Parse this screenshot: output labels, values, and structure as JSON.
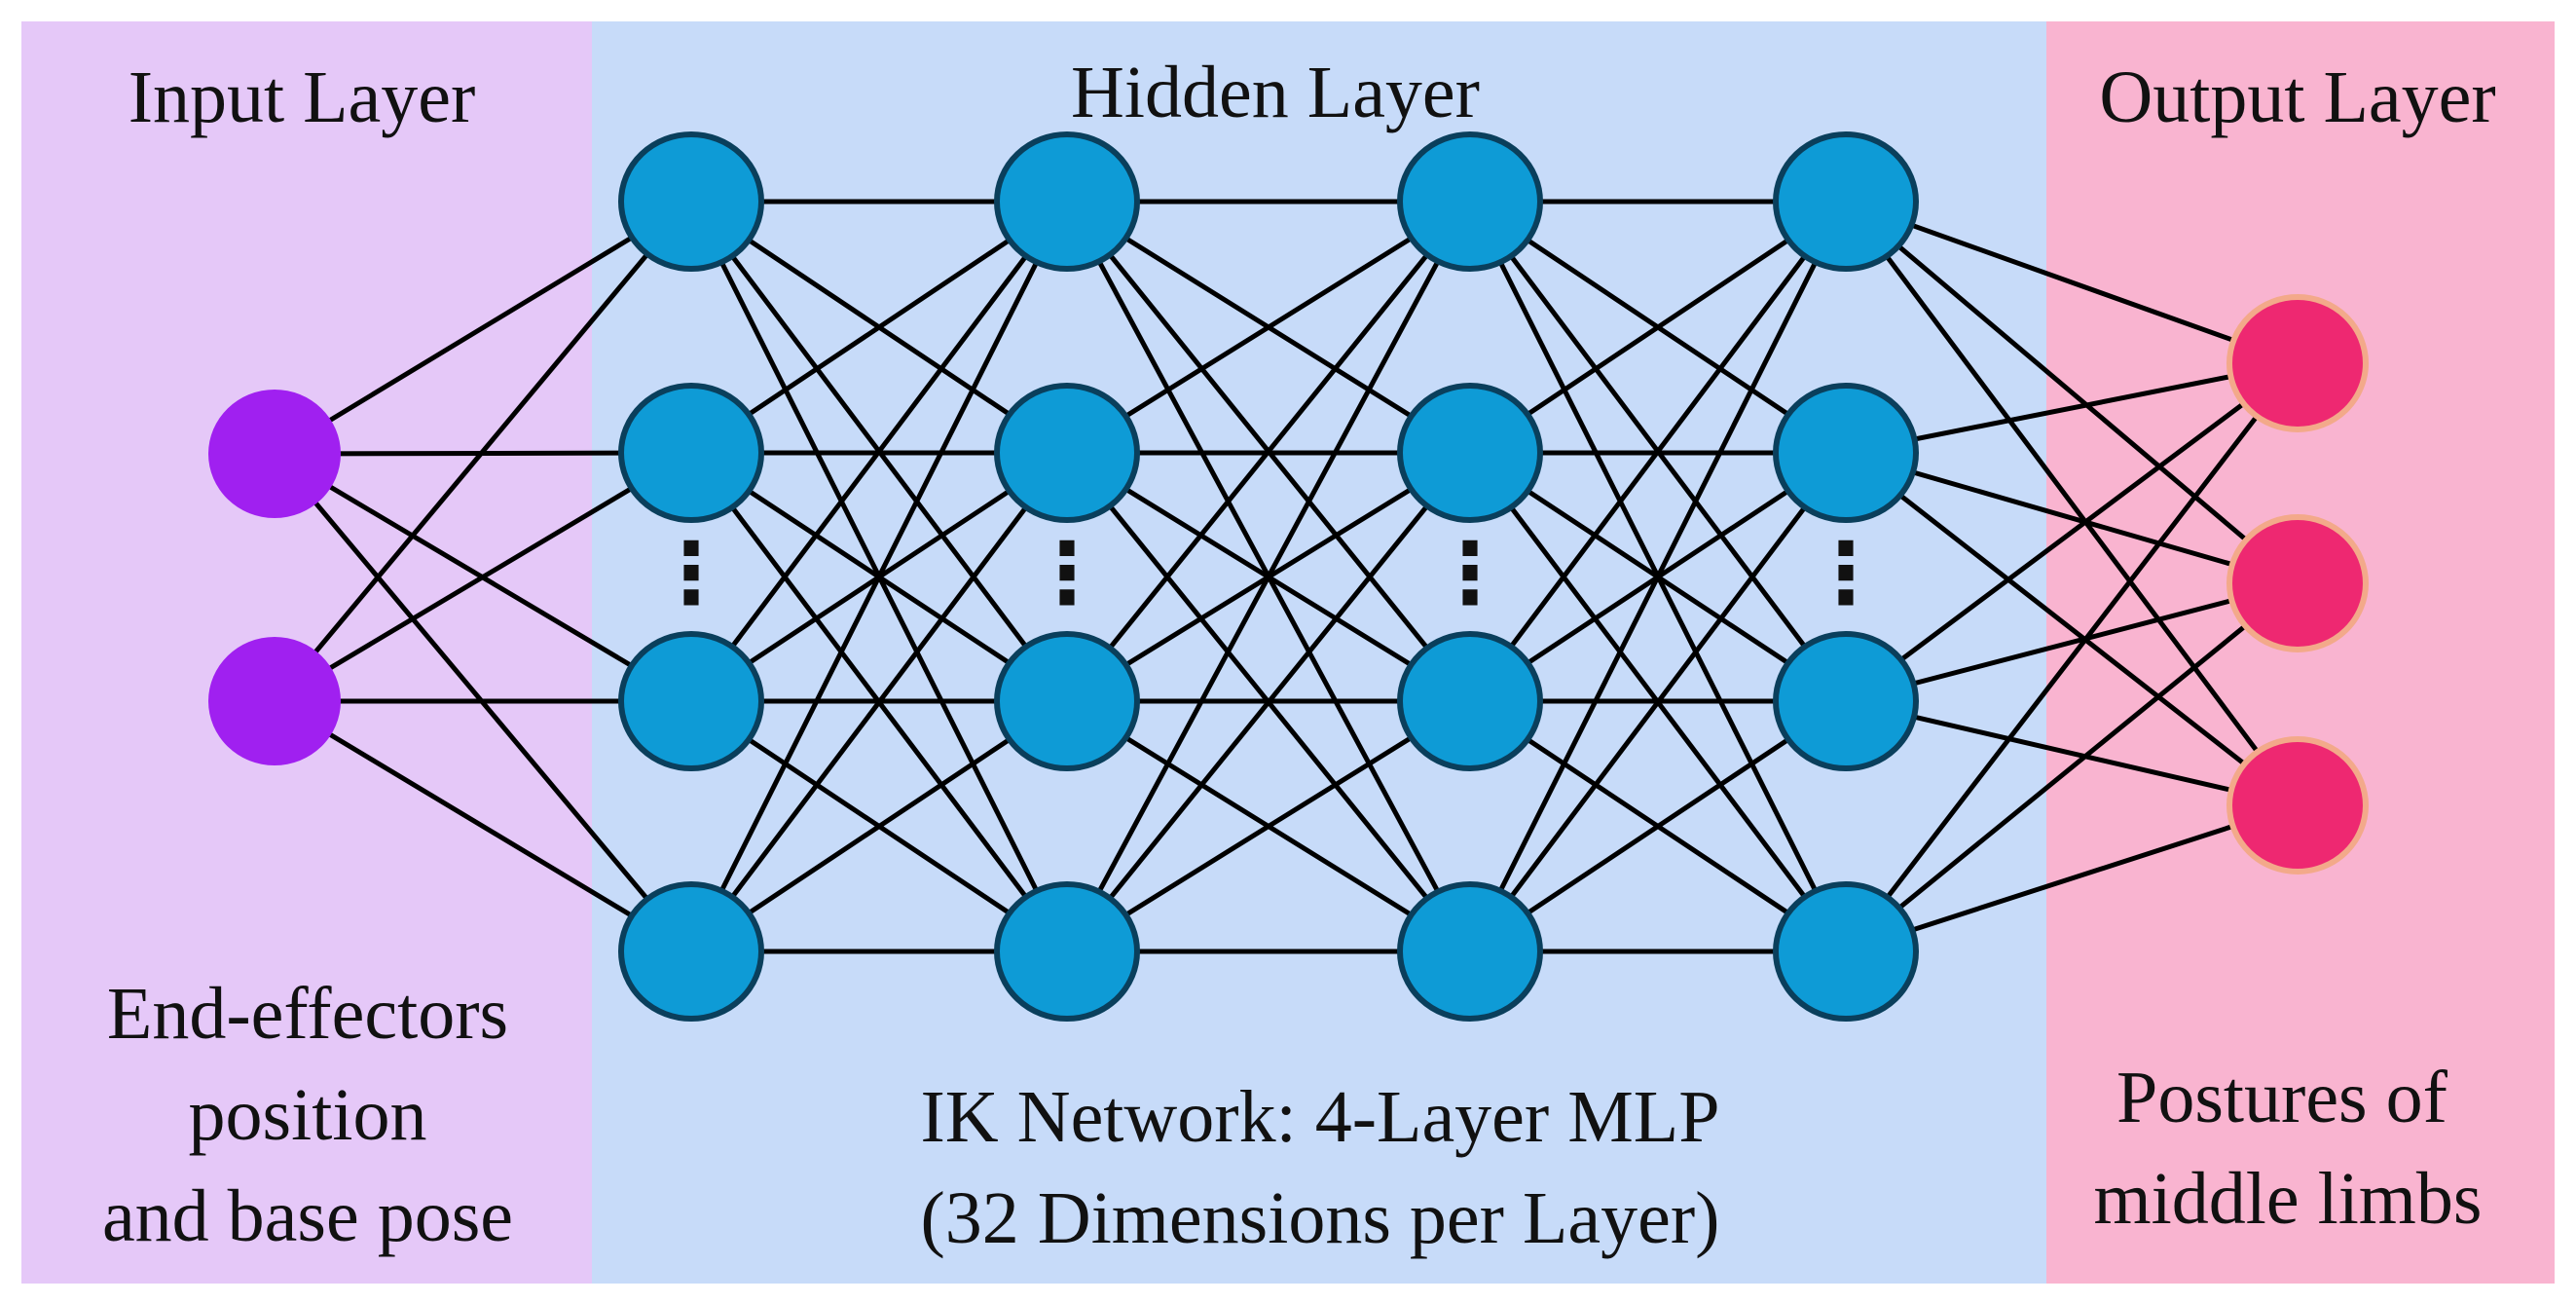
{
  "sections": {
    "input": {
      "title": "Input Layer",
      "caption": [
        "End-effectors",
        "position",
        "and base pose"
      ],
      "color": "#e5c8f8",
      "node_count": 2
    },
    "hidden": {
      "title": "Hidden Layer",
      "caption": [
        "IK Network: 4-Layer MLP",
        "(32 Dimensions per Layer)"
      ],
      "color": "#c7dbf9",
      "layer_count": 4,
      "nodes_shown_per_layer": 4
    },
    "output": {
      "title": "Output Layer",
      "caption": [
        "Postures of",
        "middle limbs"
      ],
      "color": "#f9b4d0",
      "node_count": 3
    }
  },
  "colors": {
    "input_node": "#a020f0",
    "hidden_node": "#0e9bd6",
    "hidden_node_stroke": "#0a3f5c",
    "output_node": "#ee2871",
    "output_node_stroke": "#f3a98a",
    "edge": "#000000"
  },
  "ellipsis": "⋮"
}
